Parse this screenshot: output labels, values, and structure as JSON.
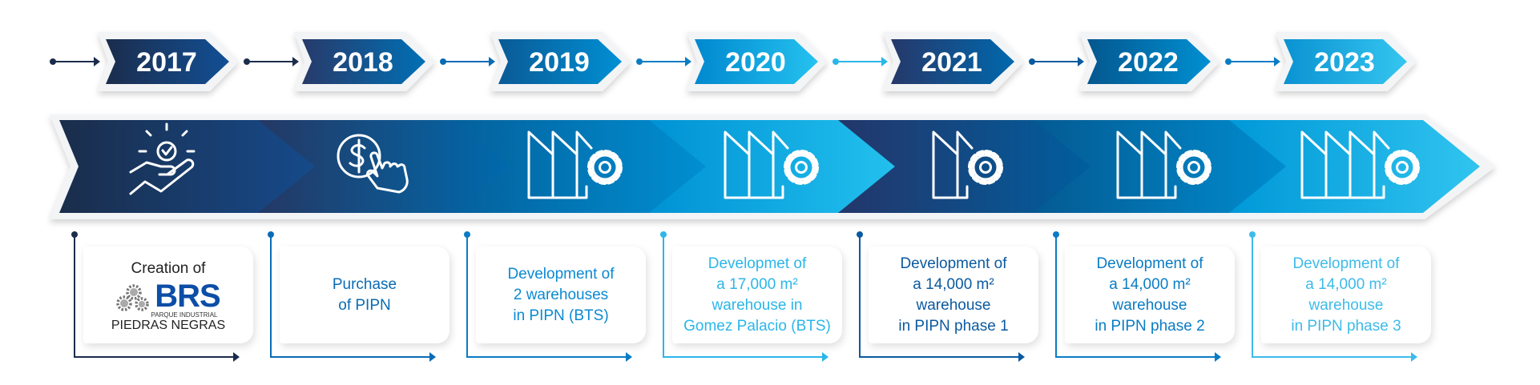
{
  "colors": {
    "navy": "#1b2d4c",
    "dark_blue": "#0b4f95",
    "mid_blue": "#0070b8",
    "light_blue": "#1fb8ea"
  },
  "timeline": [
    {
      "year": "2017",
      "icon": "idea-hand-icon",
      "lines": [
        "Creation of"
      ],
      "logo": {
        "brand": "BRS",
        "subtitle": "PARQUE INDUSTRIAL",
        "name": "PIEDRAS NEGRAS"
      },
      "text_color": "#222222",
      "line_color": "#1b2d4c",
      "chev": [
        "#1b2d4c",
        "#124f95"
      ],
      "band": [
        "#1a2d4b",
        "#164a8a"
      ]
    },
    {
      "year": "2018",
      "icon": "dollar-click-icon",
      "lines": [
        "Purchase",
        "of PIPN"
      ],
      "text_color": "#0a6bb5",
      "line_color": "#0a6bb5",
      "chev": [
        "#283a6a",
        "#0070b5"
      ],
      "band": [
        "#243864",
        "#006aad"
      ]
    },
    {
      "year": "2019",
      "icon": "factory-gear-icon",
      "roofs": 2,
      "lines": [
        "Development of",
        "2 warehouses",
        "in PIPN (BTS)"
      ],
      "text_color": "#0a8ad2",
      "line_color": "#0a7cc4",
      "chev": [
        "#0a5a96",
        "#0090d4"
      ],
      "band": [
        "#04609c",
        "#008fd2"
      ]
    },
    {
      "year": "2020",
      "icon": "factory-gear-icon",
      "roofs": 2,
      "lines": [
        "Developmet of",
        "a 17,000 m²",
        "warehouse in",
        "Gomez Palacio (BTS)"
      ],
      "text_color": "#2bb6e9",
      "line_color": "#2bb6e9",
      "chev": [
        "#0088cf",
        "#25c2ef"
      ],
      "band": [
        "#0092d4",
        "#22c0ee"
      ]
    },
    {
      "year": "2021",
      "icon": "factory-gear-icon",
      "roofs": 1,
      "lines": [
        "Development of",
        "a 14,000 m²",
        "warehouse",
        "in PIPN phase 1"
      ],
      "text_color": "#0b5aa0",
      "line_color": "#0b5aa0",
      "chev": [
        "#26386a",
        "#0068ad"
      ],
      "band": [
        "#23366a",
        "#005e9e"
      ]
    },
    {
      "year": "2022",
      "icon": "factory-gear-icon",
      "roofs": 2,
      "lines": [
        "Development of",
        "a 14,000 m²",
        "warehouse",
        "in PIPN phase 2"
      ],
      "text_color": "#0a7cc4",
      "line_color": "#0a7cc4",
      "chev": [
        "#04578f",
        "#0090d2"
      ],
      "band": [
        "#045a92",
        "#008ccf"
      ]
    },
    {
      "year": "2023",
      "icon": "factory-gear-icon",
      "roofs": 3,
      "lines": [
        "Development of",
        "a 14,000 m²",
        "warehouse",
        "in PIPN phase 3"
      ],
      "text_color": "#3dbbe9",
      "line_color": "#3dbbe9",
      "chev": [
        "#0a92d2",
        "#35c6f0"
      ],
      "band": [
        "#0098d8",
        "#30c4ef"
      ]
    }
  ]
}
